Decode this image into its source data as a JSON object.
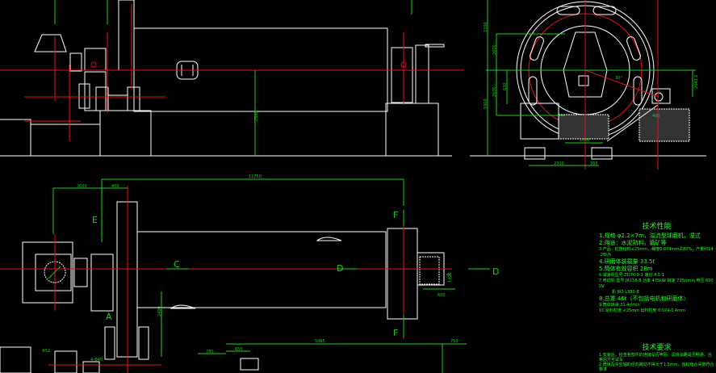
{
  "drawing": {
    "colors": {
      "background": "#000000",
      "outline": "#ffffff",
      "centerline": "#e8101c",
      "dimension": "#19d219",
      "text": "#22ff22"
    },
    "section_labels": {
      "e": "E",
      "f_top": "F",
      "f_bottom": "F",
      "c": "C",
      "d_mid": "D",
      "d_right": "D",
      "a": "A"
    },
    "dimensions": {
      "elevation_height": "2500",
      "overall_length": "11750",
      "drive_offset": "3000",
      "gear_offset": "400",
      "plan_width": "2400",
      "foundation_length": "5065",
      "foundation_end": "750",
      "foundation_left": "780",
      "foundation_left2": "650",
      "end_height": "1400",
      "end_width": "600",
      "pinion": "Φ52",
      "bolt": "4-Φ40",
      "side_total": "5900",
      "side_upper": "1500",
      "side_mid": "2600",
      "side_lower": "2600",
      "side_low2": "630",
      "side_base": "1000",
      "side_base_w": "2300",
      "side_base_w2": "360",
      "side_right": "2043.2",
      "side_angle": "30°",
      "side_pad": "400"
    }
  },
  "specs": {
    "title": "技术性能",
    "items": [
      "1.规格 φ2.2×7m，溢流型球磨机，湿式",
      "2.用途：水泥熟料，磨矿等",
      "3.产品：粒度给料≤25mm，细度0.074mm占80%，产量约14-26t/h",
      "4.研磨体装载量 33.5t",
      "5.筒体有效容积 28m",
      "6.减速机型号 ZD70-9-1  速比 4.5:1",
      "7.电动机 型号 JR158-8  功率 475kW  转速 735r/min  电压 6000V",
      "机 JR3 L380-8",
      "8.总重 46t（不包括电机和研磨体）",
      "9.筒体转速 21.4r/min",
      "10.给料粒度 ≤25mm  出料粒度 0.074-0.4mm"
    ]
  },
  "requirements": {
    "title": "技术要求",
    "items": [
      "1.安装后，检查各部件的连接是否牢固，润滑油路是否畅通，合格后方可试车",
      "2.筒体及中空轴的径向跳动不得大于1.5mm，齿轮啮合间隙符合要求"
    ]
  }
}
